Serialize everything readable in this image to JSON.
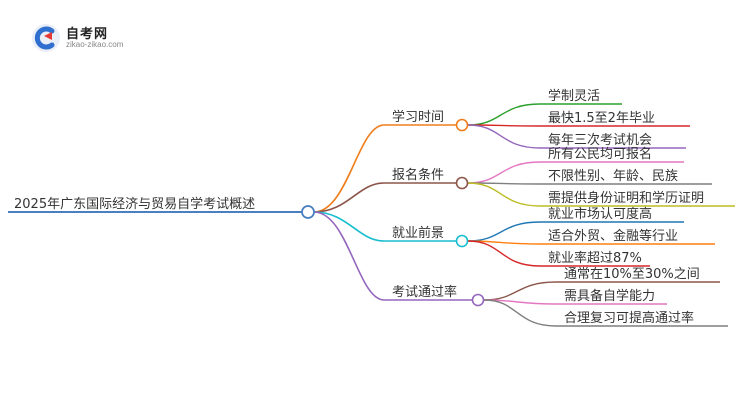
{
  "logo": {
    "title": "自考网",
    "subtitle": "zikao-zikao.com"
  },
  "root": {
    "label": "2025年广东国际经济与贸易自学考试概述",
    "color": "#4a7fc1"
  },
  "branches": [
    {
      "label": "学习时间",
      "color": "#f07d1c",
      "children": [
        {
          "label": "学制灵活",
          "color": "#2ca02c"
        },
        {
          "label": "最快1.5至2年毕业",
          "color": "#d62728"
        },
        {
          "label": "每年三次考试机会",
          "color": "#9467bd"
        }
      ]
    },
    {
      "label": "报名条件",
      "color": "#8c564b",
      "children": [
        {
          "label": "所有公民均可报名",
          "color": "#e377c2"
        },
        {
          "label": "不限性别、年龄、民族",
          "color": "#7f7f7f"
        },
        {
          "label": "需提供身份证明和学历证明",
          "color": "#bcbd22"
        }
      ]
    },
    {
      "label": "就业前景",
      "color": "#17becf",
      "children": [
        {
          "label": "就业市场认可度高",
          "color": "#1f77b4"
        },
        {
          "label": "适合外贸、金融等行业",
          "color": "#ff7f0e"
        },
        {
          "label": "就业率超过87%",
          "color": "#d62728"
        }
      ]
    },
    {
      "label": "考试通过率",
      "color": "#9467bd",
      "children": [
        {
          "label": "通常在10%至30%之间",
          "color": "#8c564b"
        },
        {
          "label": "需具备自学能力",
          "color": "#e377c2"
        },
        {
          "label": "合理复习可提高通过率",
          "color": "#7f7f7f"
        }
      ]
    }
  ]
}
